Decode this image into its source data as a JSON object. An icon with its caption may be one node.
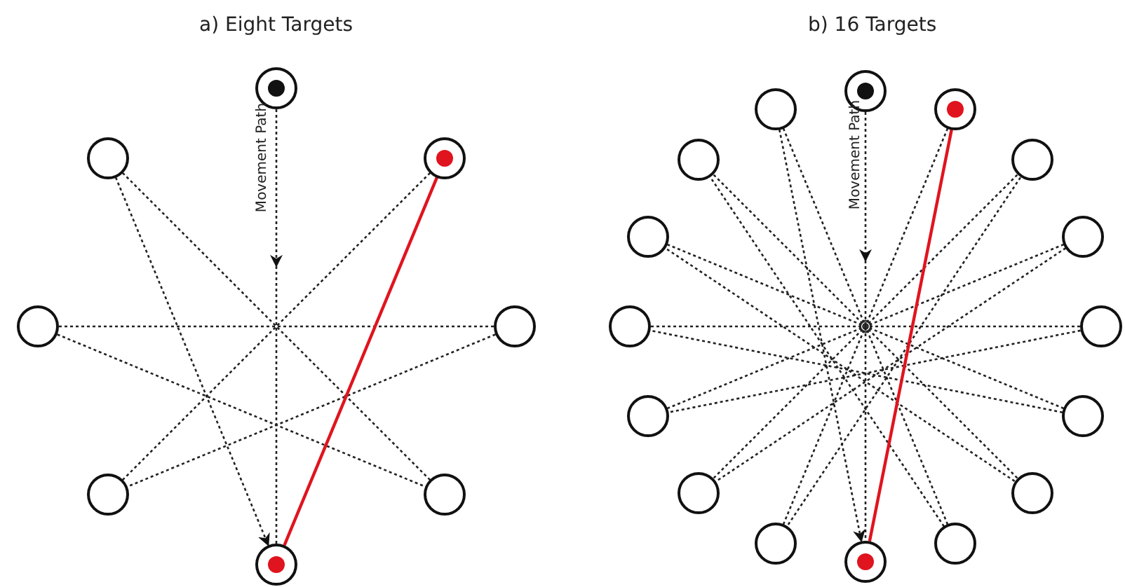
{
  "diagram": {
    "nodes": [
      {
        "text": [],
        "shape": "circle"
      },
      {
        "text": [],
        "shape": "circle"
      },
      {
        "text": [],
        "shape": "circle"
      },
      {
        "text": [],
        "shape": "circle"
      },
      {
        "text": [],
        "shape": "circle"
      },
      {
        "text": [],
        "shape": "circle"
      },
      {
        "text": [],
        "shape": "circle"
      },
      {
        "text": [],
        "shape": "circle"
      },
      {
        "text": [],
        "shape": "circle"
      },
      {
        "text": [],
        "shape": "circle"
      },
      {
        "text": [],
        "shape": "circle"
      },
      {
        "text": [],
        "shape": "circle"
      },
      {
        "text": [],
        "shape": "circle"
      },
      {
        "text": [],
        "shape": "circle"
      },
      {
        "text": [],
        "shape": "circle"
      },
      {
        "text": [],
        "shape": "circle"
      },
      {
        "text": [],
        "shape": "circle"
      },
      {
        "text": [],
        "shape": "circle"
      },
      {
        "text": [],
        "shape": "circle"
      },
      {
        "text": [],
        "shape": "circle"
      },
      {
        "text": [],
        "shape": "circle"
      },
      {
        "text": [],
        "shape": "circle"
      },
      {
        "text": [],
        "shape": "circle"
      },
      {
        "text": [],
        "shape": "circle"
      }
    ],
    "edges": [
      {
        "from": 0,
        "to": null,
        "arrow": "to",
        "style": "dashed"
      },
      {
        "from": null,
        "to": 7,
        "arrow": "none",
        "style": "dashed"
      },
      {
        "from": 1,
        "to": 7,
        "arrow": "to",
        "style": "dashed"
      },
      {
        "from": 1,
        "to": 6,
        "arrow": "none",
        "style": "dashed"
      },
      {
        "from": 2,
        "to": 5,
        "arrow": "none",
        "style": "dashed"
      },
      {
        "from": 3,
        "to": 4,
        "arrow": "none",
        "style": "dashed"
      },
      {
        "from": 3,
        "to": 6,
        "arrow": "none",
        "style": "dashed"
      },
      {
        "from": 4,
        "to": 5,
        "arrow": "none",
        "style": "dashed"
      },
      {
        "from": 2,
        "to": 7,
        "arrow": "none",
        "color": "#e0141e"
      },
      {
        "from": 8,
        "to": null,
        "arrow": "to",
        "style": "dashed"
      },
      {
        "from": null,
        "to": 23,
        "arrow": "none",
        "style": "dashed"
      },
      {
        "from": 9,
        "to": 23,
        "arrow": "to",
        "style": "dashed"
      },
      {
        "from": 10,
        "to": 21,
        "arrow": "none",
        "style": "dashed"
      },
      {
        "from": 12,
        "to": 19,
        "arrow": "none",
        "style": "dashed"
      },
      {
        "from": 14,
        "to": 17,
        "arrow": "none",
        "style": "dashed"
      },
      {
        "from": 16,
        "to": 15,
        "arrow": "none",
        "style": "dashed"
      },
      {
        "from": 18,
        "to": 13,
        "arrow": "none",
        "style": "dashed"
      },
      {
        "from": 20,
        "to": 11,
        "arrow": "none",
        "style": "dashed"
      },
      {
        "from": 22,
        "to": 9,
        "arrow": "none",
        "style": "dashed"
      },
      {
        "from": 12,
        "to": 21,
        "arrow": "none",
        "style": "dashed"
      },
      {
        "from": 14,
        "to": 19,
        "arrow": "none",
        "style": "dashed"
      },
      {
        "from": 16,
        "to": 17,
        "arrow": "none",
        "style": "dashed"
      },
      {
        "from": 18,
        "to": 15,
        "arrow": "none",
        "style": "dashed"
      },
      {
        "from": 20,
        "to": 13,
        "arrow": "none",
        "style": "dashed"
      },
      {
        "from": 22,
        "to": 11,
        "arrow": "none",
        "style": "dashed"
      },
      {
        "from": 10,
        "to": 23,
        "arrow": "none",
        "color": "#e0141e"
      }
    ],
    "labels": [
      "a) Eight Targets",
      "Movement Path",
      "b) 16 Targets",
      "Movement Path"
    ]
  }
}
